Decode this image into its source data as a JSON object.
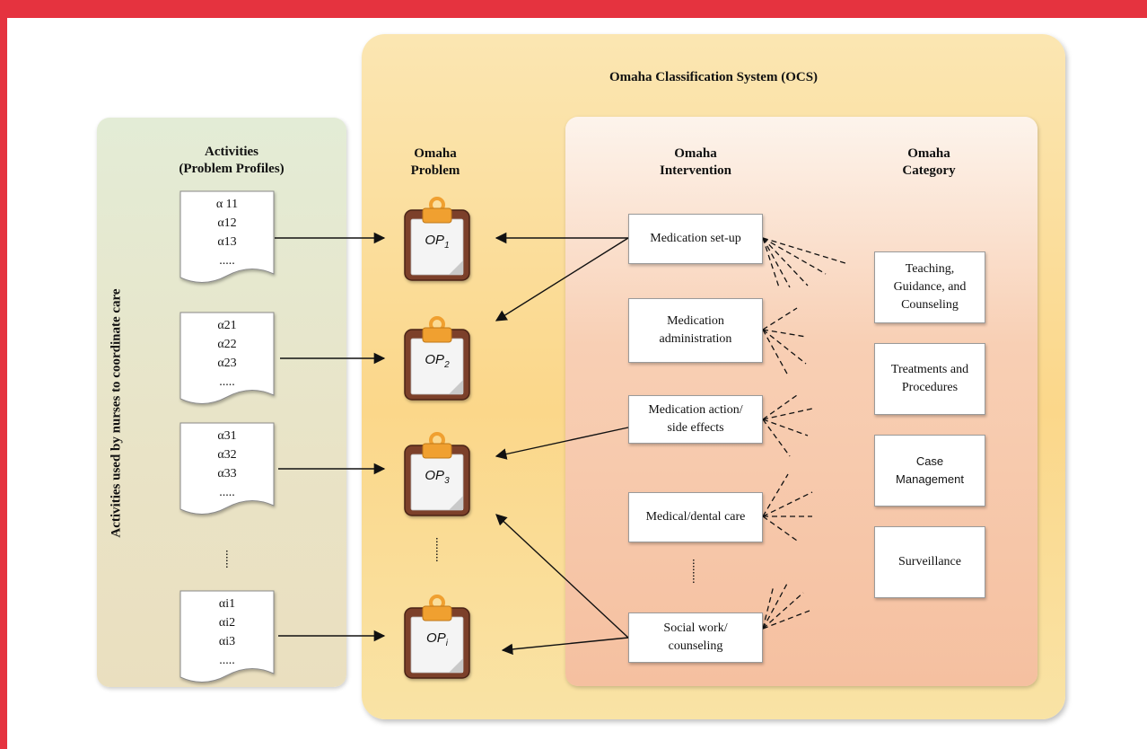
{
  "title": "Omaha Classification System (OCS)",
  "side_label": "Activities used by nurses to coordinate care",
  "columns": {
    "activities": "Activities\n(Problem Profiles)",
    "problem": "Omaha\nProblem",
    "intervention": "Omaha\nIntervention",
    "category": "Omaha\nCategory"
  },
  "activity_docs": [
    {
      "lines": [
        "α 11",
        "α12",
        "α13",
        "....."
      ]
    },
    {
      "lines": [
        "α21",
        "α22",
        "α23",
        "....."
      ]
    },
    {
      "lines": [
        "α31",
        "α32",
        "α33",
        "....."
      ]
    },
    {
      "lines": [
        "αi1",
        "αi2",
        "αi3",
        "....."
      ]
    }
  ],
  "problems": [
    {
      "label": "OP",
      "sub": "1"
    },
    {
      "label": "OP",
      "sub": "2"
    },
    {
      "label": "OP",
      "sub": "3"
    },
    {
      "label": "OP",
      "sub": "i"
    }
  ],
  "interventions": [
    "Medication set-up",
    "Medication\nadministration",
    "Medication action/\nside effects",
    "Medical/dental care",
    "Social work/\ncounseling"
  ],
  "categories": [
    "Teaching,\nGuidance, and\nCounseling",
    "Treatments and\nProcedures",
    "Case\nManagement",
    "Surveillance"
  ],
  "colors": {
    "accent_border": "#e5333f",
    "ocs_panel": "#fbd78a",
    "intervention_panel": "#f8cfb4",
    "activities_panel": "#e3ecd6",
    "clipboard": "#7b3f2a",
    "clip": "#f0a030"
  }
}
